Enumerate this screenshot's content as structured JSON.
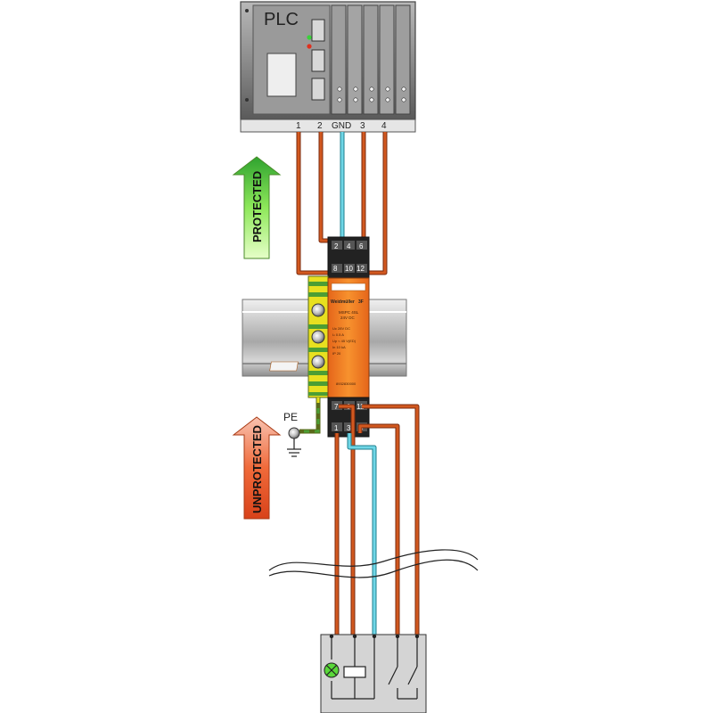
{
  "plc": {
    "title": "PLC",
    "terminals": [
      "1",
      "2",
      "GND",
      "3",
      "4"
    ]
  },
  "arrows": {
    "protected": "PROTECTED",
    "unprotected": "UNPROTECTED"
  },
  "module": {
    "brand": "Weidmüller",
    "brand_mark": "3F",
    "model": "MSPC 4SL",
    "voltage_line": "24V DC",
    "specs": [
      "Uc  28V DC",
      "Iₙ  0.5 A",
      "Up  < 45 V(ED)",
      "In  10 kA",
      "IP 20"
    ],
    "part_no": "8932830000",
    "top_terminals_row1": [
      "2",
      "4",
      "6"
    ],
    "top_terminals_row2": [
      "8",
      "10",
      "12"
    ],
    "bottom_terminals_row1": [
      "7",
      "9",
      "11"
    ],
    "bottom_terminals_row2": [
      "1",
      "3",
      "5"
    ]
  },
  "ground": {
    "label": "PE"
  },
  "colors": {
    "signal_wire": "#c8501e",
    "gnd_wire": "#5bc8d8",
    "protected_arrow": "#7fe04a",
    "unprotected_arrow": "#f06a3a",
    "module_body": "#f07a22",
    "earth_stripe_green": "#5aa83a",
    "earth_stripe_yellow": "#e8e020",
    "plc_body": "#8a8a8a"
  }
}
